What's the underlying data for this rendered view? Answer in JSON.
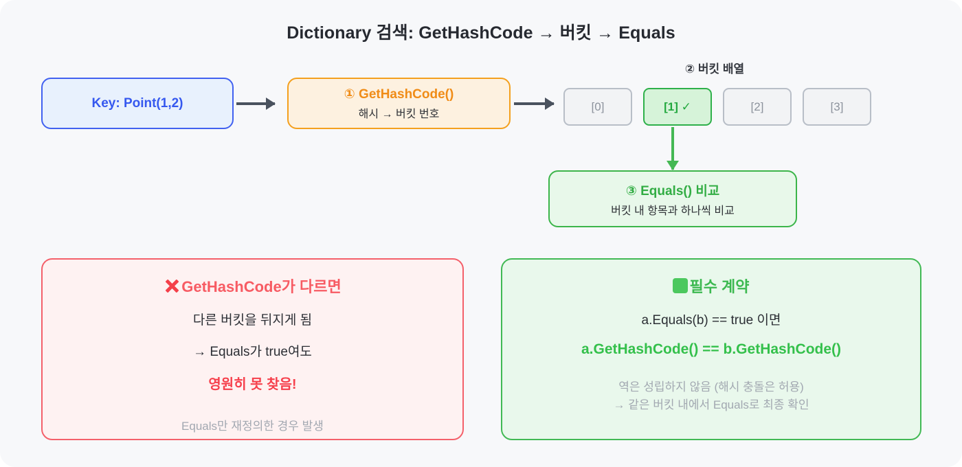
{
  "title": "Dictionary 검색: GetHashCode → 버킷 → Equals",
  "flow": {
    "key_box": {
      "label": "Key: Point(1,2)"
    },
    "hash_box": {
      "title": "① GetHashCode()",
      "subtitle": "해시 → 버킷 번호"
    },
    "bucket_array": {
      "label": "② 버킷 배열",
      "buckets": [
        {
          "label": "[0]",
          "active": false
        },
        {
          "label": "[1] ✓",
          "active": true
        },
        {
          "label": "[2]",
          "active": false
        },
        {
          "label": "[3]",
          "active": false
        }
      ]
    },
    "equals_box": {
      "title": "③ Equals() 비교",
      "subtitle": "버킷 내 항목과 하나씩 비교"
    }
  },
  "panels": {
    "bad": {
      "icon": "cross-mark-emoji",
      "title": "GetHashCode가 다르면",
      "lines": [
        "다른 버킷을 뒤지게 됨",
        "→ Equals가 true여도",
        "영원히 못 찾음!"
      ],
      "footer": "Equals만 재정의한 경우 발생"
    },
    "good": {
      "icon": "green-square-emoji",
      "title": "필수 계약",
      "lines": [
        "a.Equals(b) == true 이면",
        "a.GetHashCode() == b.GetHashCode()"
      ],
      "footer_1": "역은 성립하지 않음 (해시 충돌은 허용)",
      "footer_2": "→ 같은 버킷 내에서 Equals로 최종 확인"
    }
  },
  "colors": {
    "page_bg": "#f7f8fa",
    "blue": "#3558ef",
    "orange": "#f08c17",
    "green": "#34c04b",
    "red": "#f6404c",
    "arrow_gray": "#4a525e",
    "muted": "#a2a8b1"
  }
}
